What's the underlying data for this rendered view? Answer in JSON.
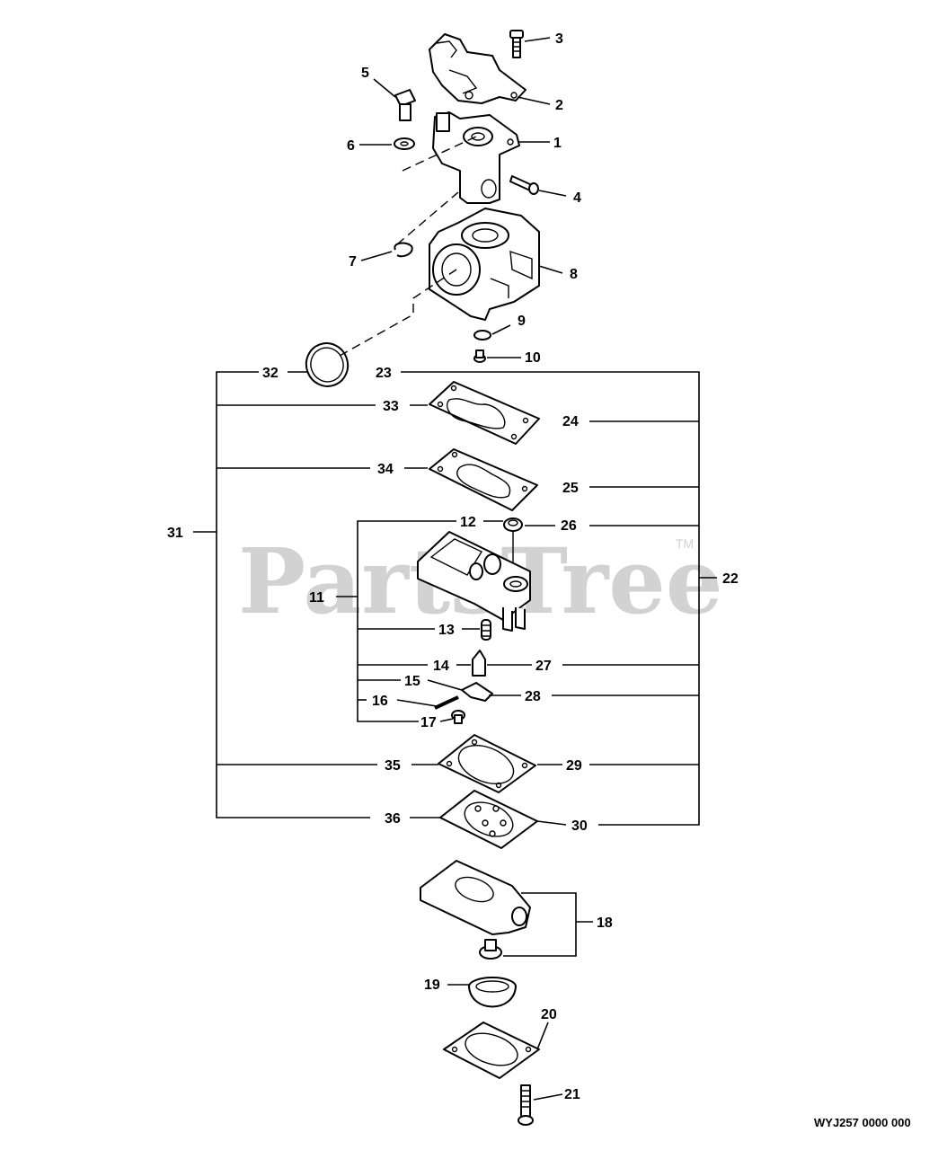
{
  "watermark": {
    "text": "PartsTree",
    "tm": "TM"
  },
  "diagram_code": "WYJ257 0000 000",
  "callouts": {
    "p1": "1",
    "p2": "2",
    "p3": "3",
    "p4": "4",
    "p5": "5",
    "p6": "6",
    "p7": "7",
    "p8": "8",
    "p9": "9",
    "p10": "10",
    "p11": "11",
    "p12": "12",
    "p13": "13",
    "p14": "14",
    "p15": "15",
    "p16": "16",
    "p17": "17",
    "p18": "18",
    "p19": "19",
    "p20": "20",
    "p21": "21",
    "p22": "22",
    "p23": "23",
    "p24": "24",
    "p25": "25",
    "p26": "26",
    "p27": "27",
    "p28": "28",
    "p29": "29",
    "p30": "30",
    "p31": "31",
    "p32": "32",
    "p33": "33",
    "p34": "34",
    "p35": "35",
    "p36": "36"
  }
}
